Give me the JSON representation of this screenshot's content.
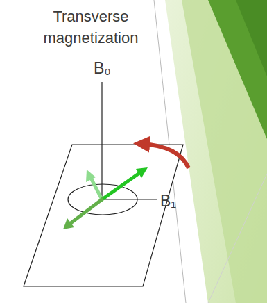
{
  "diagram": {
    "title": "Transverse magnetization",
    "labels": [
      "B₀",
      "B₁"
    ]
  }
}
